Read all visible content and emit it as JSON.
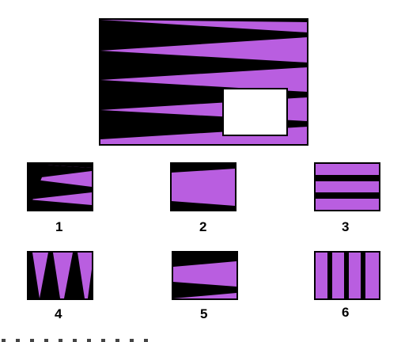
{
  "puzzle": {
    "colors": {
      "stripe": "#b95ee0",
      "dark": "#000000",
      "hole": "#ffffff"
    },
    "options": [
      {
        "label": "1",
        "pattern": "wedges-left-narrow"
      },
      {
        "label": "2",
        "pattern": "tapered-bands"
      },
      {
        "label": "3",
        "pattern": "horizontal-bars"
      },
      {
        "label": "4",
        "pattern": "vertical-spikes"
      },
      {
        "label": "5",
        "pattern": "tapered-bands-shifted"
      },
      {
        "label": "6",
        "pattern": "vertical-bars"
      }
    ]
  }
}
